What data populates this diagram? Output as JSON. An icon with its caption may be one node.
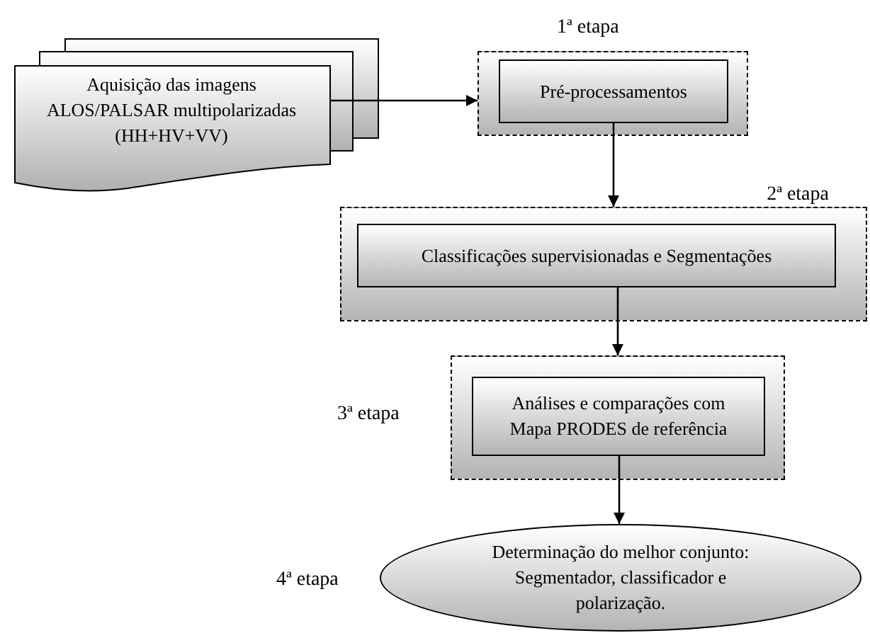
{
  "diagram": {
    "nodes": [
      {
        "text": [
          "Aquisição das imagens ALOS/PALSAR multipolarizadas (HH+HV+VV)"
        ]
      },
      {
        "text": [
          "1ª etapa"
        ]
      },
      {
        "text": [
          "Pré-processamentos"
        ],
        "in": 1
      },
      {
        "text": [
          "2ª etapa"
        ]
      },
      {
        "text": [
          "Classificações supervisionadas e Segmentações"
        ],
        "in": 3
      },
      {
        "text": [
          "3ª etapa"
        ]
      },
      {
        "text": [
          "Análises e comparações com Mapa PRODES de referência"
        ],
        "in": 5
      },
      {
        "text": [
          "Determinação do melhor conjunto: Segmentador, classificador e polarização."
        ],
        "beside": [
          "4ª etapa"
        ]
      }
    ],
    "edges": [
      {
        "from": 0,
        "to": 1,
        "arrow": "to"
      },
      {
        "from": 2,
        "to": 3,
        "arrow": "to"
      },
      {
        "from": 4,
        "to": 5,
        "arrow": "to"
      },
      {
        "from": 6,
        "to": 7,
        "arrow": "to"
      }
    ]
  }
}
